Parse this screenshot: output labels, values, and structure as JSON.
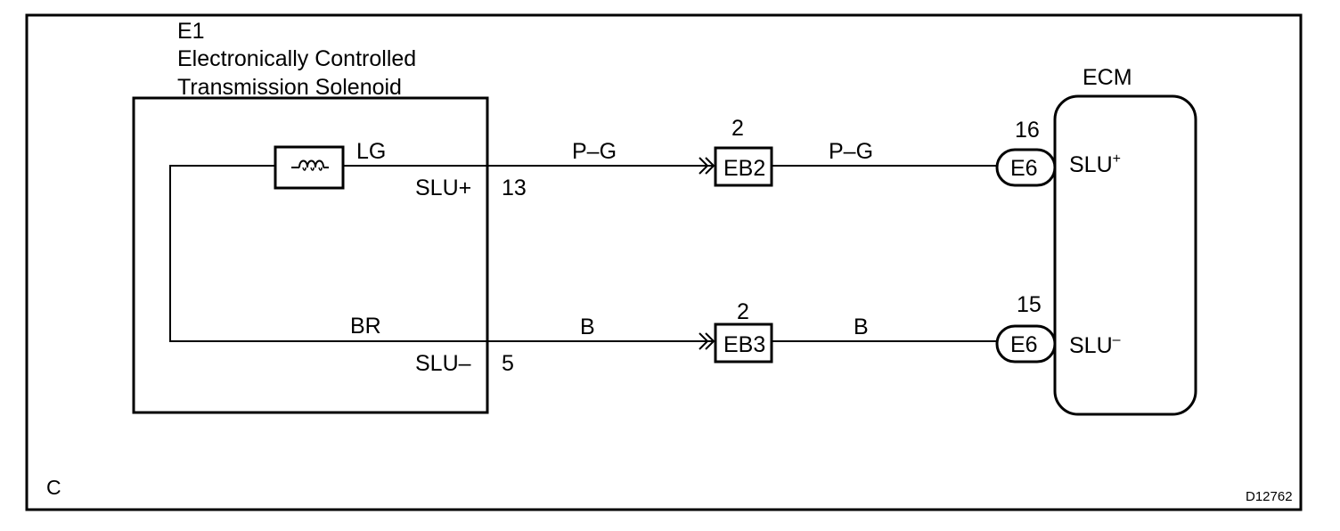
{
  "frame": {
    "section_label": "C",
    "figure_code": "D12762"
  },
  "component_e1": {
    "ref": "E1",
    "name_line1": "Electronically Controlled",
    "name_line2": "Transmission Solenoid",
    "coil_wire_color": "LG",
    "return_wire_color": "BR",
    "pin_plus_label": "SLU+",
    "pin_plus_number": "13",
    "pin_minus_label": "SLU–",
    "pin_minus_number": "5"
  },
  "wires": {
    "top_left_color": "P–G",
    "top_right_color": "P–G",
    "bottom_left_color": "B",
    "bottom_right_color": "B"
  },
  "connectors": {
    "eb2": {
      "label": "EB2",
      "pin": "2"
    },
    "eb3": {
      "label": "EB3",
      "pin": "2"
    }
  },
  "ecm": {
    "title": "ECM",
    "connector_top": "E6",
    "pin_top": "16",
    "terminal_top": "SLU",
    "terminal_top_sup": "+",
    "connector_bottom": "E6",
    "pin_bottom": "15",
    "terminal_bottom": "SLU",
    "terminal_bottom_sup": "–"
  }
}
